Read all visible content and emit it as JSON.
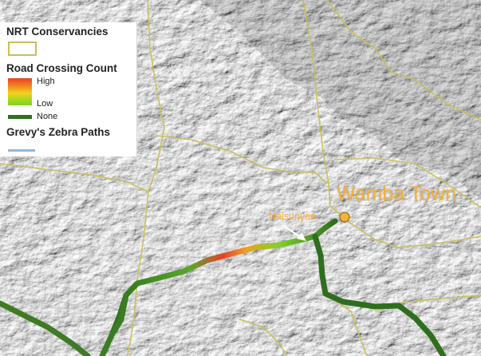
{
  "legend": {
    "conservancies_title": "NRT Conservancies",
    "crossing_title": "Road Crossing Count",
    "high_label": "High",
    "low_label": "Low",
    "none_label": "None",
    "paths_title": "Grevy's Zebra Paths"
  },
  "labels": {
    "town": "Wamba Town",
    "place": "Naisunyae"
  },
  "colors": {
    "conservancy_boundary": "#c8bf5a",
    "road_none": "#2f6e1e",
    "crossing_high": "#e8402a",
    "crossing_low": "#7fd12a",
    "zebra_path": "#8fb6e0",
    "town_marker": "#f3b23a",
    "label": "#f3b23a"
  },
  "icons": {
    "town_marker": "circle-marker-icon",
    "pointer": "arrow-pointer-icon"
  }
}
